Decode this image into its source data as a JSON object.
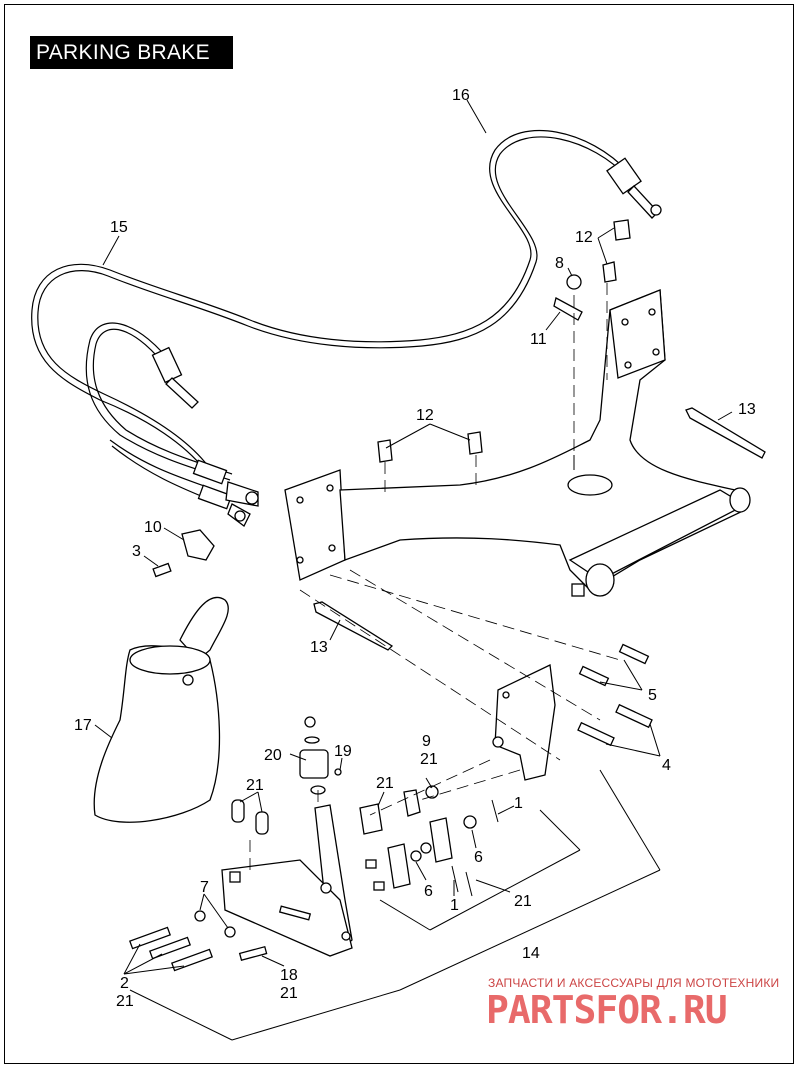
{
  "title": "PARKING BRAKE",
  "callouts": {
    "c16": "16",
    "c15": "15",
    "c12a": "12",
    "c8": "8",
    "c11": "11",
    "c12b": "12",
    "c13a": "13",
    "c10": "10",
    "c3": "3",
    "c13b": "13",
    "c17": "17",
    "c5": "5",
    "c4": "4",
    "c20": "20",
    "c19": "19",
    "c9": "9",
    "c21a": "21",
    "c21b": "21",
    "c21c": "21",
    "c1a": "1",
    "c6a": "6",
    "c6b": "6",
    "c1b": "1",
    "c21d": "21",
    "c7": "7",
    "c14": "14",
    "c2": "2",
    "c21e": "21",
    "c18": "18",
    "c21f": "21"
  },
  "watermark": {
    "tagline": "ЗАПЧАСТИ И АКСЕССУАРЫ ДЛЯ МОТОТЕХНИКИ",
    "logo": "PARTSFOR.RU"
  }
}
